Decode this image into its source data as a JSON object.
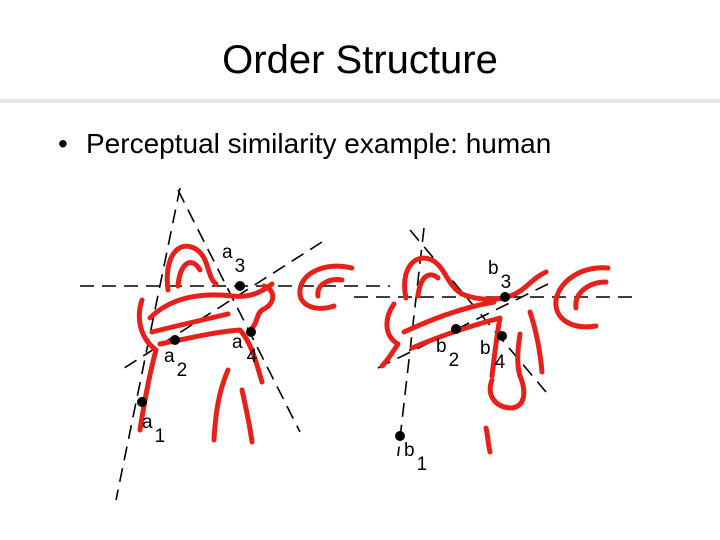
{
  "slide": {
    "title": "Order Structure",
    "bullet_text": "Perceptual similarity example: human"
  },
  "figure_left": {
    "labels": [
      {
        "letter": "a",
        "sub": "1"
      },
      {
        "letter": "a",
        "sub": "2"
      },
      {
        "letter": "a",
        "sub": "3"
      },
      {
        "letter": "a",
        "sub": "4"
      }
    ]
  },
  "figure_right": {
    "labels": [
      {
        "letter": "b",
        "sub": "1"
      },
      {
        "letter": "b",
        "sub": "2"
      },
      {
        "letter": "b",
        "sub": "3"
      },
      {
        "letter": "b",
        "sub": "4"
      }
    ]
  },
  "colors": {
    "stroke_red": "#e8201a",
    "line_dark": "#000000",
    "divider": "#e6e6e6"
  }
}
